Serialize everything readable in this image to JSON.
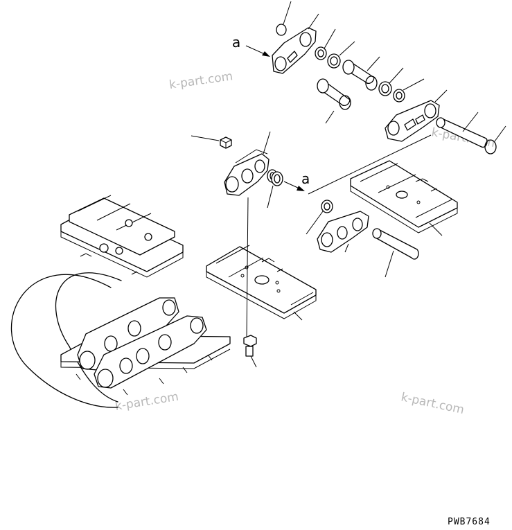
{
  "diagram": {
    "callout_label": "a",
    "drawing_code": "PWB7684",
    "watermark": "k-part.com"
  }
}
